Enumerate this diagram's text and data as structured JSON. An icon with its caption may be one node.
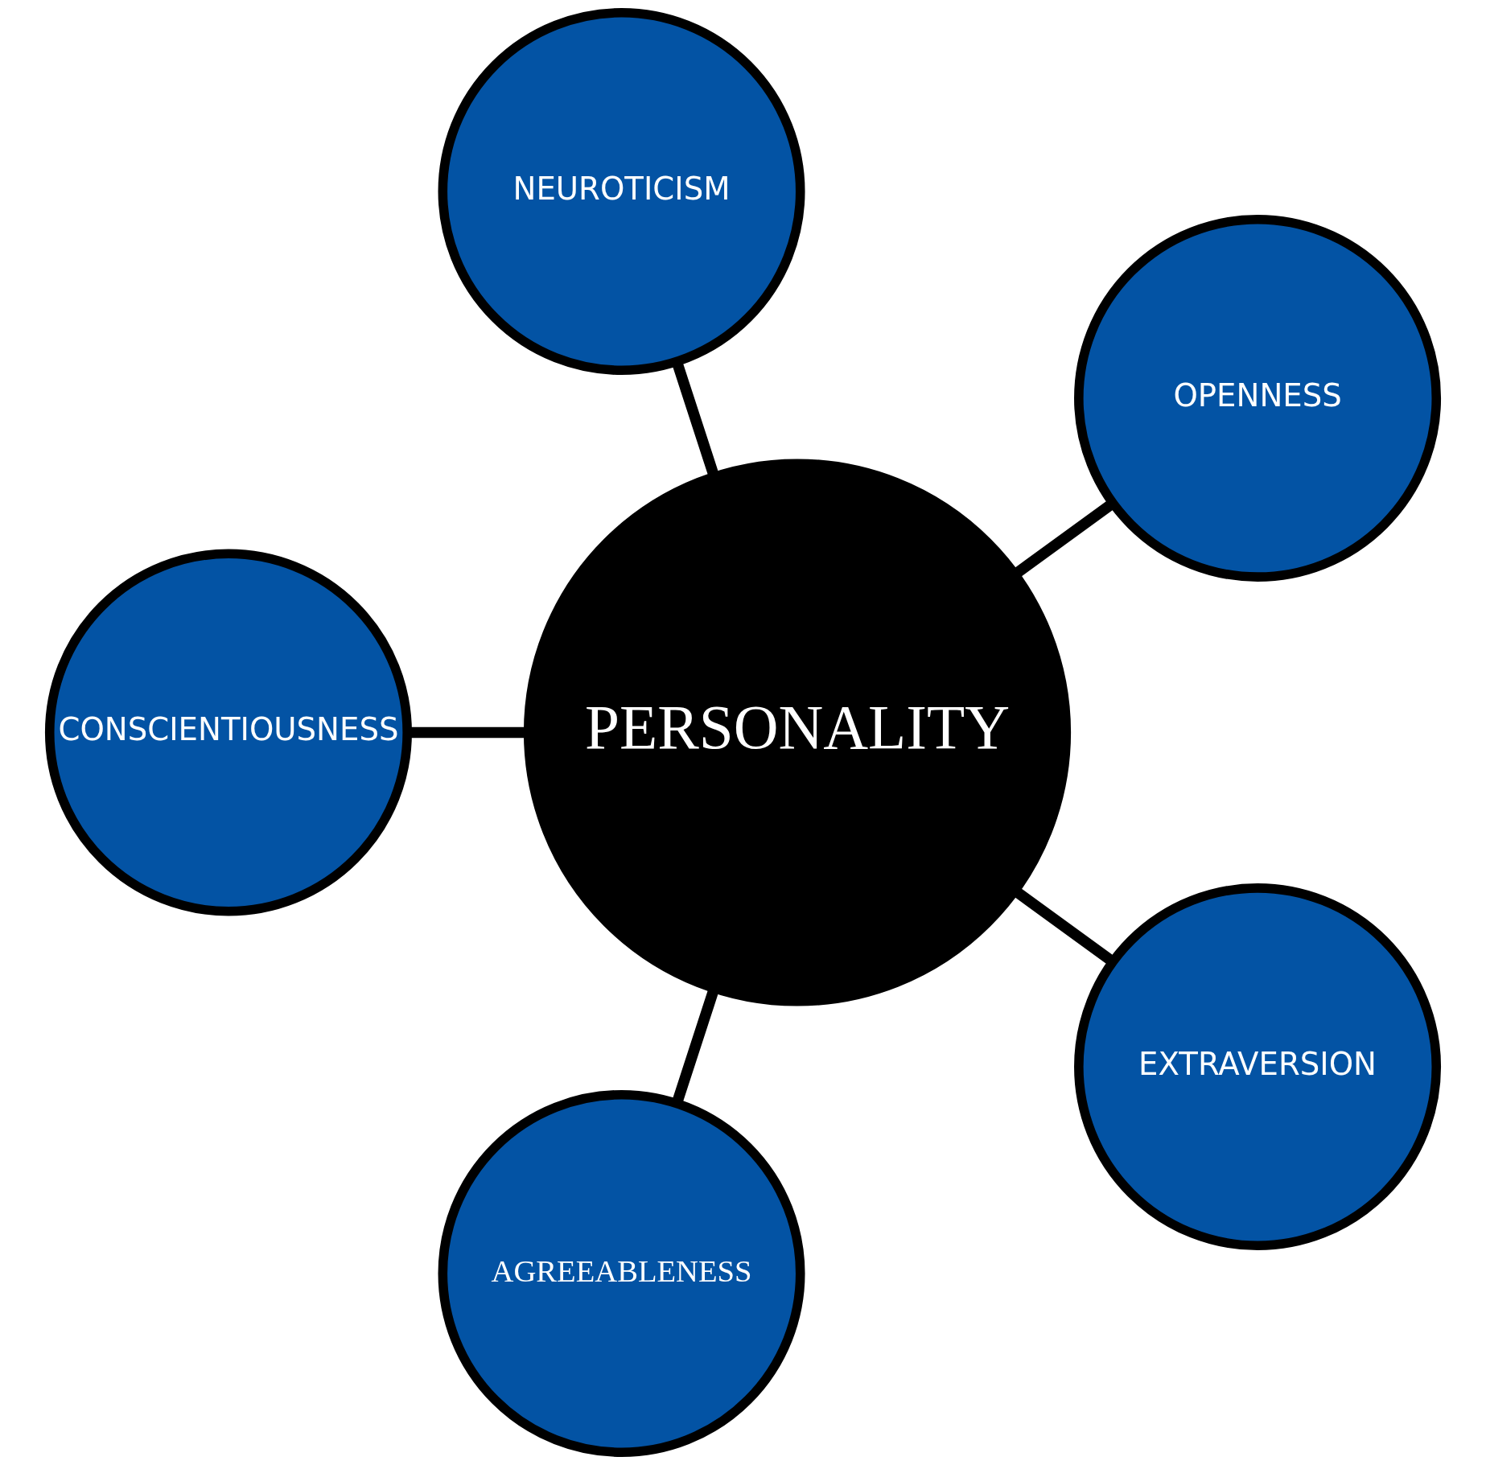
{
  "diagram": {
    "nodes": [
      {
        "text": [
          "OPENNESS"
        ]
      },
      {
        "text": [
          "NEUROTICISM"
        ]
      },
      {
        "text": [
          "CONSCIENTIOUSNESS"
        ]
      },
      {
        "text": [
          "PERSONALITY"
        ]
      },
      {
        "text": [
          "AGREEABLENESS"
        ]
      },
      {
        "text": [
          "EXTRAVERSION"
        ]
      }
    ],
    "edges": [
      {
        "from": 3,
        "to": 0,
        "arrow": "none"
      },
      {
        "from": 3,
        "to": 1,
        "arrow": "none"
      },
      {
        "from": 3,
        "to": 2,
        "arrow": "none"
      },
      {
        "from": 3,
        "to": 4,
        "arrow": "none"
      },
      {
        "from": 3,
        "to": 5,
        "arrow": "none"
      }
    ]
  }
}
